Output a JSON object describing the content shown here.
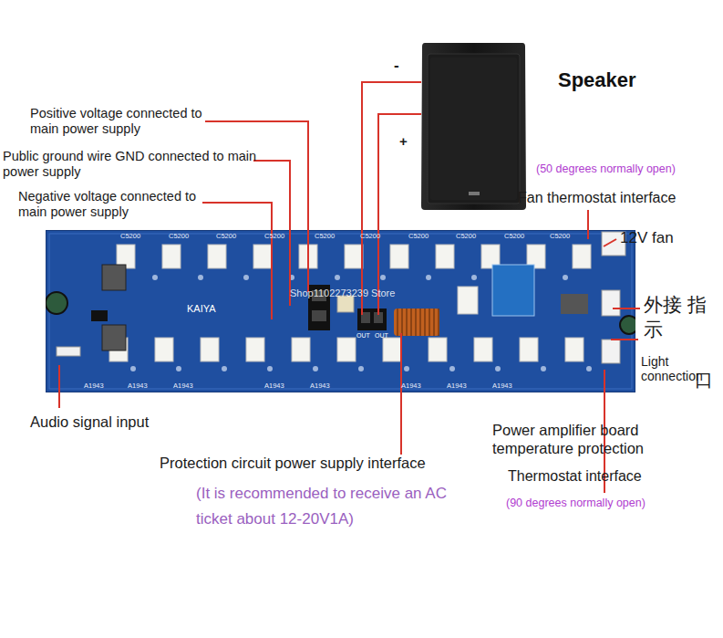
{
  "diagram": {
    "nodes": [
      {
        "text": [
          "Speaker"
        ]
      },
      {
        "text": [
          "KAIYA"
        ]
      }
    ],
    "edges": [
      {
        "from": 0,
        "to": 1,
        "arrow": "none",
        "label": "-"
      },
      {
        "from": 0,
        "to": 1,
        "arrow": "none",
        "label": "+"
      }
    ],
    "labels": [
      "Positive voltage connected to main power supply",
      "Public ground wire GND connected to main power supply",
      "Negative voltage connected to main power supply",
      "(50 degrees normally open)",
      "Fan thermostat interface",
      "12V fan",
      "外接 指示",
      "Light connection",
      "口",
      "Audio signal input",
      "Protection circuit power supply interface",
      "(It is recommended to receive an AC ticket about 12-20V1A)",
      "Power amplifier board temperature protection",
      "Thermostat interface",
      "(90 degrees normally open)",
      "Shop1102273239 Store",
      "C5200",
      "C5200",
      "C5200",
      "C5200",
      "C5200",
      "C5200",
      "C5200",
      "C5200",
      "C5200",
      "C5200",
      "A1943",
      "A1943",
      "A1943",
      "A1943",
      "A1943",
      "A1943",
      "A1943",
      "A1943",
      "OUT",
      "OUT"
    ]
  }
}
